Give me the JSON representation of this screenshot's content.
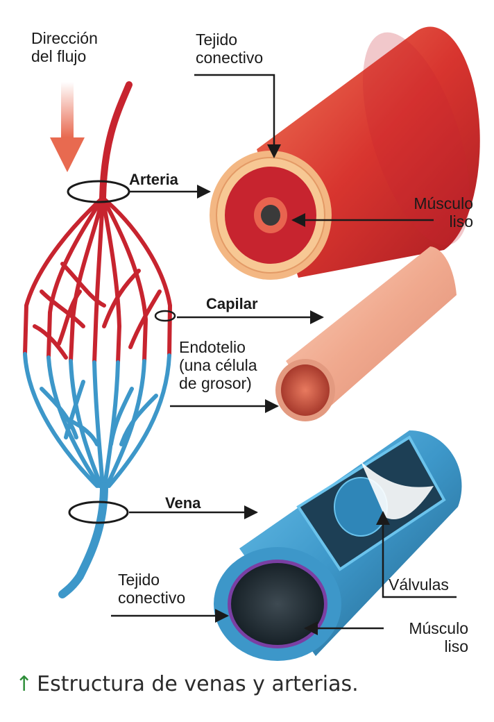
{
  "labels": {
    "flow_direction": [
      "Dirección",
      "del flujo"
    ],
    "artery": "Arteria",
    "capillary": "Capilar",
    "vein": "Vena",
    "artery_connective": [
      "Tejido",
      "conectivo"
    ],
    "artery_muscle": [
      "Músculo",
      "liso"
    ],
    "endothelium": [
      "Endotelio",
      "(una célula",
      "de grosor)"
    ],
    "vein_connective": [
      "Tejido",
      "conectivo"
    ],
    "valves": "Válvulas",
    "vein_muscle": [
      "Músculo",
      "liso"
    ]
  },
  "caption": {
    "arrow_icon": "↑",
    "text": "Estructura de venas y arterias."
  },
  "colors": {
    "artery": "#c7242f",
    "artery_light": "#e8644f",
    "artery_wall": "#f3b783",
    "capillary": "#f0a98e",
    "capillary_inner": "#c34a3a",
    "vein": "#3d97c9",
    "vein_dark": "#1f5f85",
    "vein_lumen": "#1c2b33",
    "vessel_blue": "#47b0dc",
    "flow_arrow": "#e86a50",
    "caption_arrow": "#2f8f3a"
  }
}
